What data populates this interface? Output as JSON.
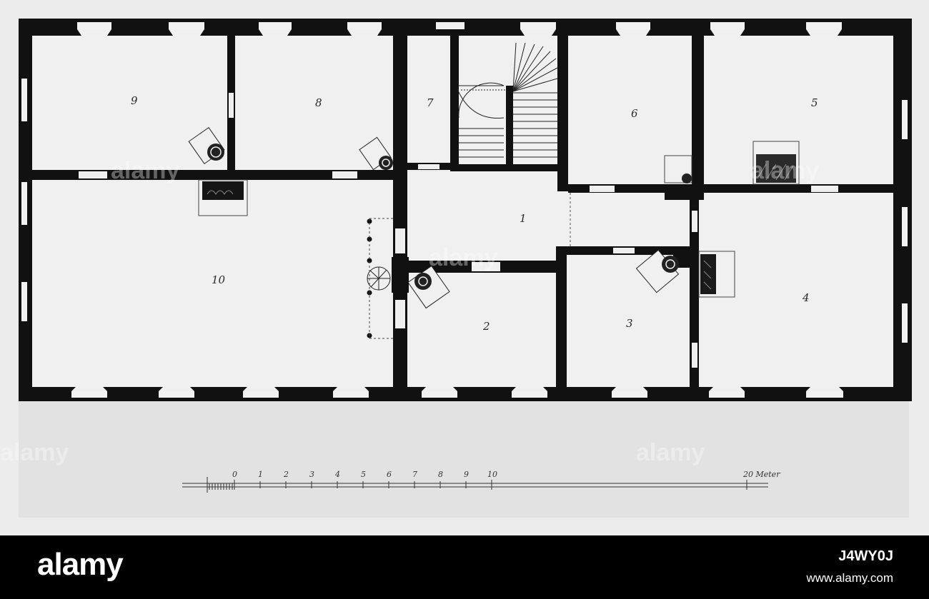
{
  "plan": {
    "rooms": [
      {
        "id": "1",
        "label": "1"
      },
      {
        "id": "2",
        "label": "2"
      },
      {
        "id": "3",
        "label": "3"
      },
      {
        "id": "4",
        "label": "4"
      },
      {
        "id": "5",
        "label": "5"
      },
      {
        "id": "6",
        "label": "6"
      },
      {
        "id": "7",
        "label": "7"
      },
      {
        "id": "8",
        "label": "8"
      },
      {
        "id": "9",
        "label": "9"
      },
      {
        "id": "10",
        "label": "10"
      }
    ],
    "scale": {
      "ticks": [
        "0",
        "1",
        "2",
        "3",
        "4",
        "5",
        "6",
        "7",
        "8",
        "9",
        "10"
      ],
      "end_label": "20 Meter"
    }
  },
  "watermark": {
    "text": "alamy"
  },
  "footer": {
    "brand": "alamy",
    "image_id": "J4WY0J",
    "url": "www.alamy.com"
  }
}
